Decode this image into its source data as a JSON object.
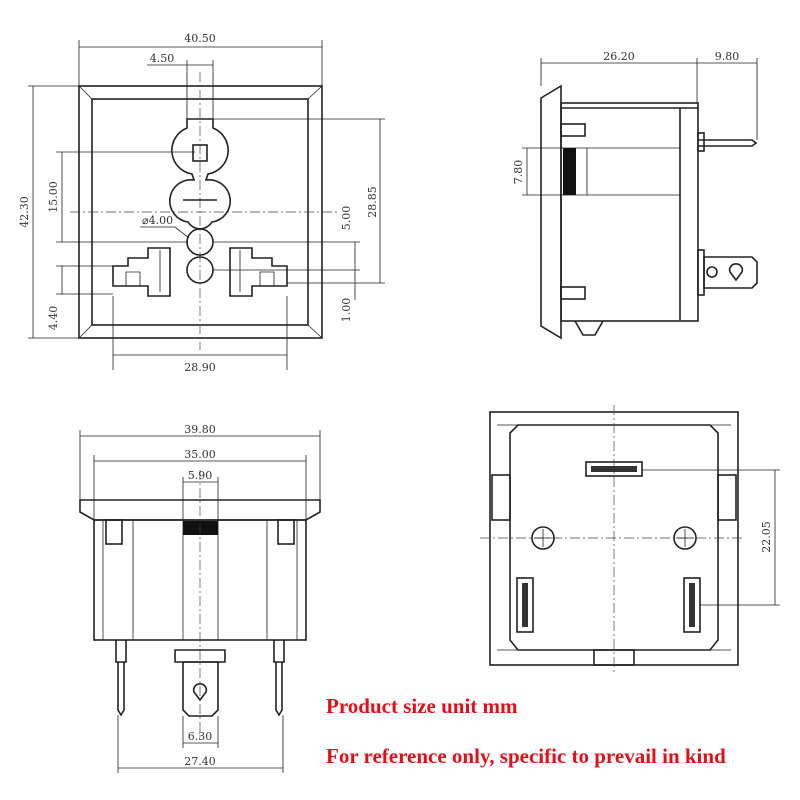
{
  "front_view": {
    "width": "40.50",
    "slot_width": "4.50",
    "height": "42.30",
    "earth_offset": "15.00",
    "hole_dia": "⌀4.00",
    "pin_spacing": "5.00",
    "overall_pin_height": "28.85",
    "terminal_offset": "1.00",
    "terminal_height": "4.40",
    "terminal_span": "28.90"
  },
  "side_view": {
    "body_depth": "26.20",
    "pin_length": "9.80",
    "slot_height": "7.80"
  },
  "bottom_view": {
    "flange_width": "39.80",
    "body_width": "35.00",
    "slot_width": "5.90",
    "tab_width": "6.30",
    "pin_span": "27.40"
  },
  "rear_view": {
    "pin_spacing": "22.05"
  },
  "notes": {
    "line1": "Product size unit mm",
    "line2": "For reference only, specific to prevail in kind",
    "color": "#e0101a"
  }
}
